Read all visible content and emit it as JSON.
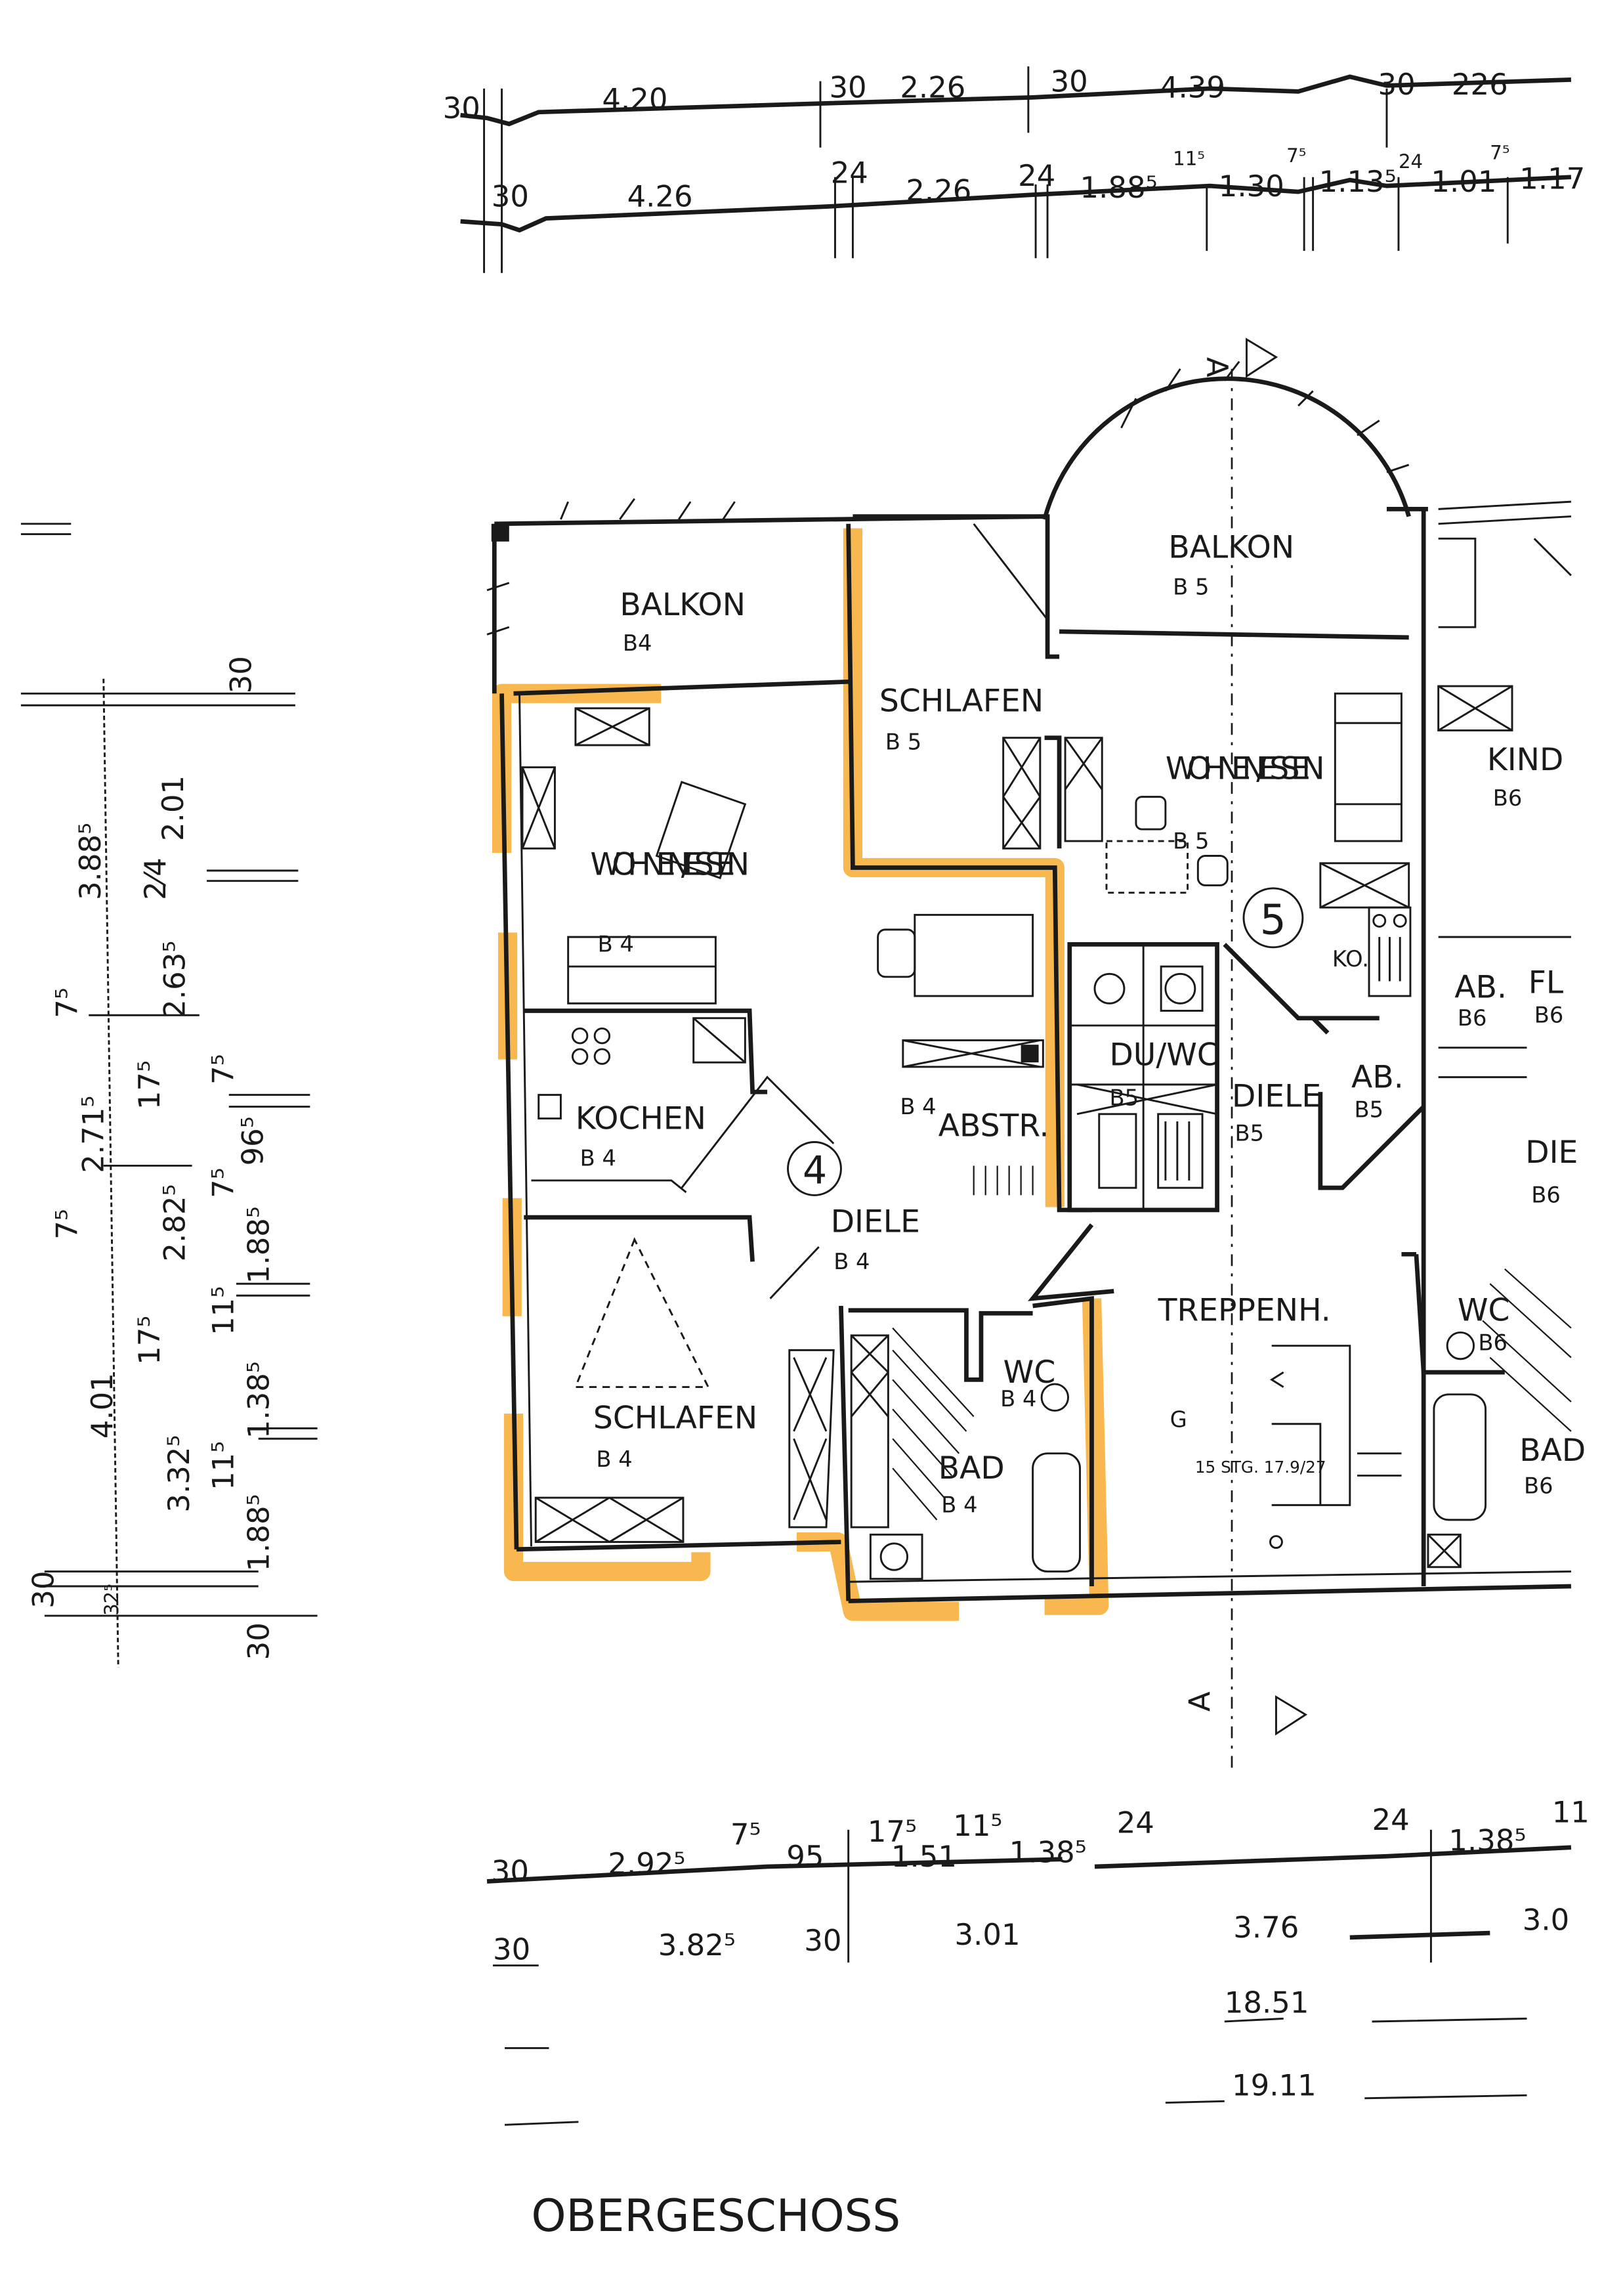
{
  "title": "OBERGESCHOSS",
  "colors": {
    "highlight": "#f6a623",
    "ink": "#1a1a1a"
  },
  "section_marker": "A",
  "unit_numbers": [
    "4",
    "5"
  ],
  "rooms": {
    "balkon_b4": {
      "name": "BALKON",
      "unit": "B4"
    },
    "wohnen_b4": {
      "name": "WOHNEN/ ESSEN",
      "unit": "B 4"
    },
    "kochen_b4": {
      "name": "KOCHEN",
      "unit": "B 4"
    },
    "schlafen_b4": {
      "name": "SCHLAFEN",
      "unit": "B 4"
    },
    "diele_b4": {
      "name": "DIELE",
      "unit": "B 4"
    },
    "abstr_b4": {
      "name": "ABSTR.",
      "unit": "B 4"
    },
    "bad_b4": {
      "name": "BAD",
      "unit": "B 4"
    },
    "wc_b4": {
      "name": "WC",
      "unit": "B 4"
    },
    "balkon_b5": {
      "name": "BALKON",
      "unit": "B 5"
    },
    "schlafen_b5": {
      "name": "SCHLAFEN",
      "unit": "B 5"
    },
    "wohnen_b5": {
      "name": "WOHNEN/ ESSEN",
      "unit": "B 5"
    },
    "duwc_b5": {
      "name": "DU/WC",
      "unit": "B5"
    },
    "diele_b5": {
      "name": "DIELE",
      "unit": "B5"
    },
    "ab_b5": {
      "name": "AB.",
      "unit": "B5"
    },
    "ko_b5": {
      "name": "KO."
    },
    "treppenh": {
      "name": "TREPPENH.",
      "code": "G",
      "stair_note": "15 STG. 17.9/27"
    },
    "kind_b6": {
      "name": "KIND",
      "unit": "B6"
    },
    "ab_b6": {
      "name": "AB.",
      "unit": "B6"
    },
    "flur_b6": {
      "name": "FL",
      "unit": "B6"
    },
    "diele_b6": {
      "name": "DIE",
      "unit": "B6"
    },
    "wc_b6": {
      "name": "WC",
      "unit": "B6"
    },
    "bad_b6": {
      "name": "BAD",
      "unit": "B6"
    }
  },
  "dimensions": {
    "top_row1": [
      "30",
      "4.20",
      "30",
      "2.26",
      "30",
      "4.39",
      "30",
      "226"
    ],
    "top_row2": [
      "30",
      "4.26",
      "24",
      "2.26",
      "24",
      "1.88⁵",
      "11⁵",
      "1.30",
      "7⁵",
      "1.13⁵",
      "24",
      "1.01",
      "7⁵",
      "1.17"
    ],
    "bottom_row1": [
      "30",
      "2.92⁵",
      "7⁵",
      "95",
      "17⁵",
      "1.51",
      "11⁵",
      "1.38⁵",
      "24",
      "24",
      "1.38⁵",
      "11"
    ],
    "bottom_row2": [
      "30",
      "3.82⁵",
      "30",
      "3.01",
      "3.76",
      "3.0"
    ],
    "bottom_total1": "18.51",
    "bottom_total2": "19.11",
    "left_outer": [
      "3.88⁵",
      "7⁵",
      "2.71⁵",
      "7⁵",
      "4.01",
      "32⁵",
      "30"
    ],
    "left_mid": [
      "2⁄4",
      "2.63⁵",
      "17⁵",
      "2.82⁵",
      "17⁵",
      "3.32⁵"
    ],
    "left_inner": [
      "30",
      "2.01",
      "7⁵",
      "7⁵",
      "96⁵",
      "1.88⁵",
      "11⁵",
      "1.38⁵",
      "11⁵",
      "1.88⁵",
      "30"
    ]
  }
}
